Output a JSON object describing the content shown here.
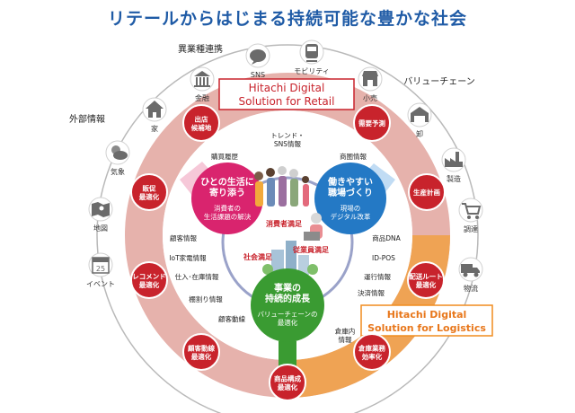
{
  "title": "リテールからはじまる持続可能な豊かな社会",
  "section_labels": {
    "cross_industry": "異業種連携",
    "value_chain": "バリューチェーン",
    "external_info": "外部情報"
  },
  "retail_box": {
    "line1": "Hitachi Digital",
    "line2": "Solution for Retail"
  },
  "logistics_box": {
    "line1": "Hitachi Digital",
    "line2": "Solution for Logistics"
  },
  "outer_icons": [
    {
      "label": "SNS",
      "icon": "speech-bubble-icon"
    },
    {
      "label": "モビリティ",
      "icon": "train-icon"
    },
    {
      "label": "金融",
      "icon": "bank-icon"
    },
    {
      "label": "小売",
      "icon": "store-icon"
    },
    {
      "label": "家",
      "icon": "house-icon"
    },
    {
      "label": "卸",
      "icon": "warehouse-icon"
    },
    {
      "label": "気象",
      "icon": "weather-icon"
    },
    {
      "label": "製造",
      "icon": "factory-icon"
    },
    {
      "label": "地図",
      "icon": "map-icon"
    },
    {
      "label": "調達",
      "icon": "cart-icon"
    },
    {
      "label": "イベント",
      "icon": "calendar-icon"
    },
    {
      "label": "物流",
      "icon": "truck-icon"
    }
  ],
  "calendar_number": "25",
  "ring_nodes": [
    {
      "text": "出店\n候補地"
    },
    {
      "text": "需要予測"
    },
    {
      "text": "販促\n最適化"
    },
    {
      "text": "生産計画"
    },
    {
      "text": "レコメンド\n最適化"
    },
    {
      "text": "配送ルート\n最適化"
    },
    {
      "text": "顧客動線\n最適化"
    },
    {
      "text": "倉庫業務\n効率化"
    },
    {
      "text": "商品構成\n最適化"
    }
  ],
  "info_labels": [
    "トレンド・\nSNS情報",
    "購買履歴",
    "商圏情報",
    "顧客情報",
    "商品DNA",
    "IoT家電情報",
    "ID-POS",
    "仕入･在庫情報",
    "運行情報",
    "棚割り情報",
    "決済情報",
    "顧客動線",
    "倉庫内\n情報"
  ],
  "center": {
    "left": {
      "title": "ひとの生活に\n寄り添う",
      "sub": "消費者の\n生活課題の解決"
    },
    "right": {
      "title": "働きやすい\n職場づくり",
      "sub": "現場の\nデジタル改革"
    },
    "bottom": {
      "title": "事業の\n持続的成長",
      "sub": "バリューチェーンの\n最適化"
    },
    "consumer": "消費者満足",
    "employee": "従業員満足",
    "society": "社会満足"
  },
  "colors": {
    "title_blue": "#1f5ba6",
    "ring_pink": "#e8b3ad",
    "node_red": "#c8232c",
    "magenta": "#d9246e",
    "blue": "#2479c5",
    "green": "#3a9b32",
    "orange": "#f08c1e"
  }
}
